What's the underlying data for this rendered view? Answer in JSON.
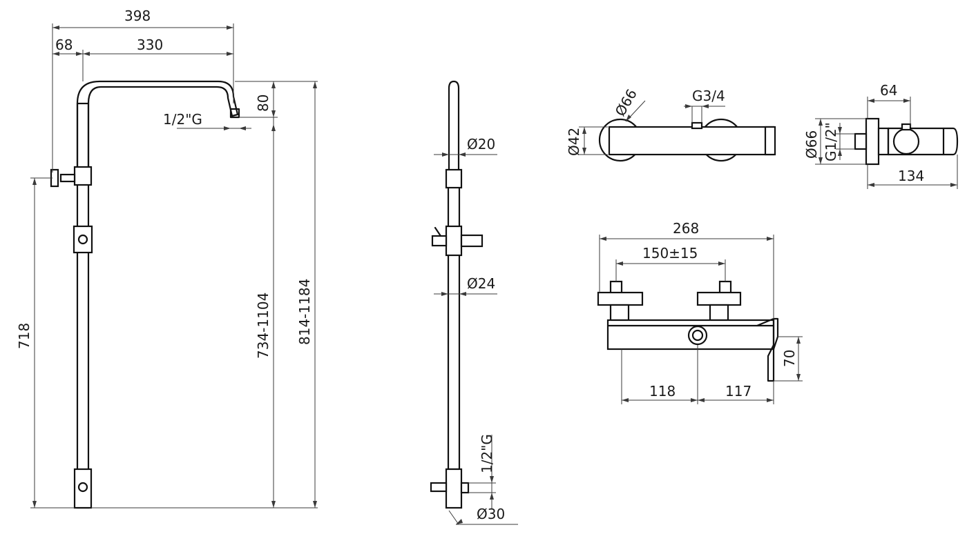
{
  "diagram": {
    "colors": {
      "line": "#111111",
      "dimension": "#3a3a3a",
      "background": "#ffffff"
    },
    "front_view": {
      "width_total": "398",
      "width_offset": "68",
      "width_arm": "330",
      "arm_drop": "80",
      "outlet_thread": "1/2\"G",
      "height_lower": "718",
      "height_range_1": "734-1104",
      "height_range_2": "814-1184"
    },
    "side_view": {
      "diameter_top": "Ø20",
      "diameter_middle": "Ø24",
      "inlet_thread": "1/2\"G",
      "diameter_bottom": "Ø30"
    },
    "mixer_top_view": {
      "diameter_body": "Ø42",
      "diameter_cap": "Ø66",
      "outlet_thread": "G3/4"
    },
    "mixer_end_view": {
      "depth_short": "64",
      "depth_total": "134",
      "diameter_rosette": "Ø66",
      "inlet_thread": "G1/2\""
    },
    "mixer_front_view": {
      "width_total": "268",
      "centres": "150±15",
      "left_to_centre": "118",
      "centre_to_right": "117",
      "height": "70"
    }
  }
}
